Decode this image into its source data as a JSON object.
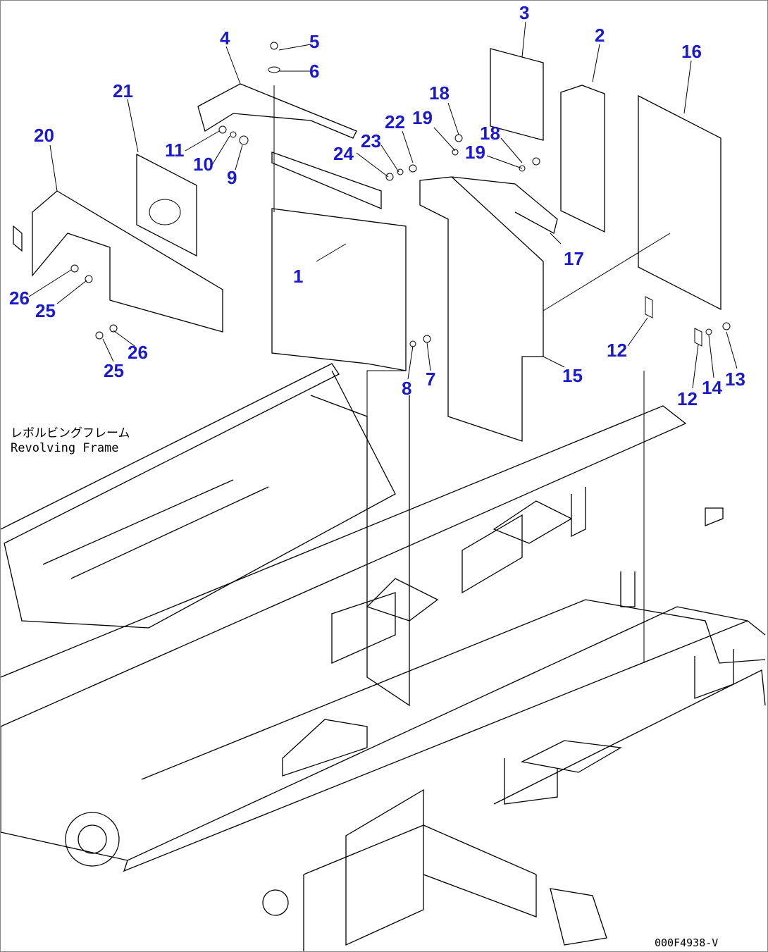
{
  "frame_label": {
    "japanese": "レボルビングフレーム",
    "english": "Revolving Frame"
  },
  "drawing_code": "000F4938-V",
  "callouts": [
    "1",
    "2",
    "3",
    "4",
    "5",
    "6",
    "7",
    "8",
    "9",
    "10",
    "11",
    "12",
    "12",
    "13",
    "14",
    "15",
    "16",
    "17",
    "18",
    "18",
    "19",
    "19",
    "20",
    "21",
    "22",
    "23",
    "24",
    "25",
    "25",
    "26",
    "26"
  ]
}
